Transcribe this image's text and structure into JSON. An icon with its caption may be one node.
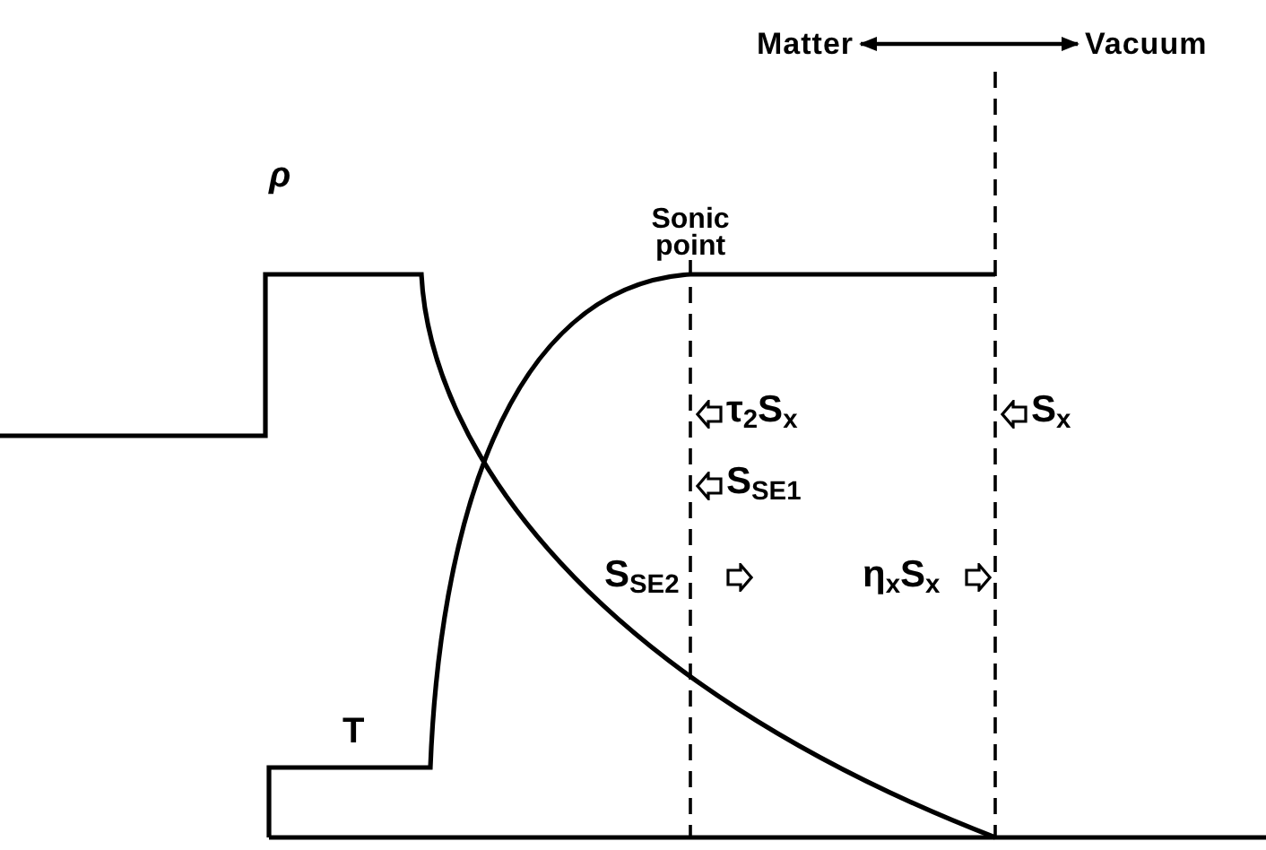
{
  "diagram": {
    "nodes": [
      {
        "text": [
          "Matter"
        ]
      },
      {
        "text": [
          "Vacuum"
        ]
      }
    ],
    "edges": [
      {
        "from": 0,
        "to": 1,
        "arrow": "both"
      }
    ],
    "labels": [
      "ρ",
      "T",
      "Sonic point",
      "τ$_{2}$S$_{x}$",
      "S$_{SE1}$",
      "S$_{x}$",
      "S$_{SE2}$",
      "η$_{x}$S$_{x}$"
    ]
  }
}
